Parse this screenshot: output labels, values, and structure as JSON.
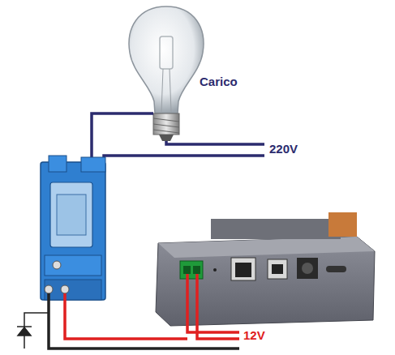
{
  "diagram": {
    "labels": [
      "Carico",
      "220V",
      "12V"
    ]
  }
}
